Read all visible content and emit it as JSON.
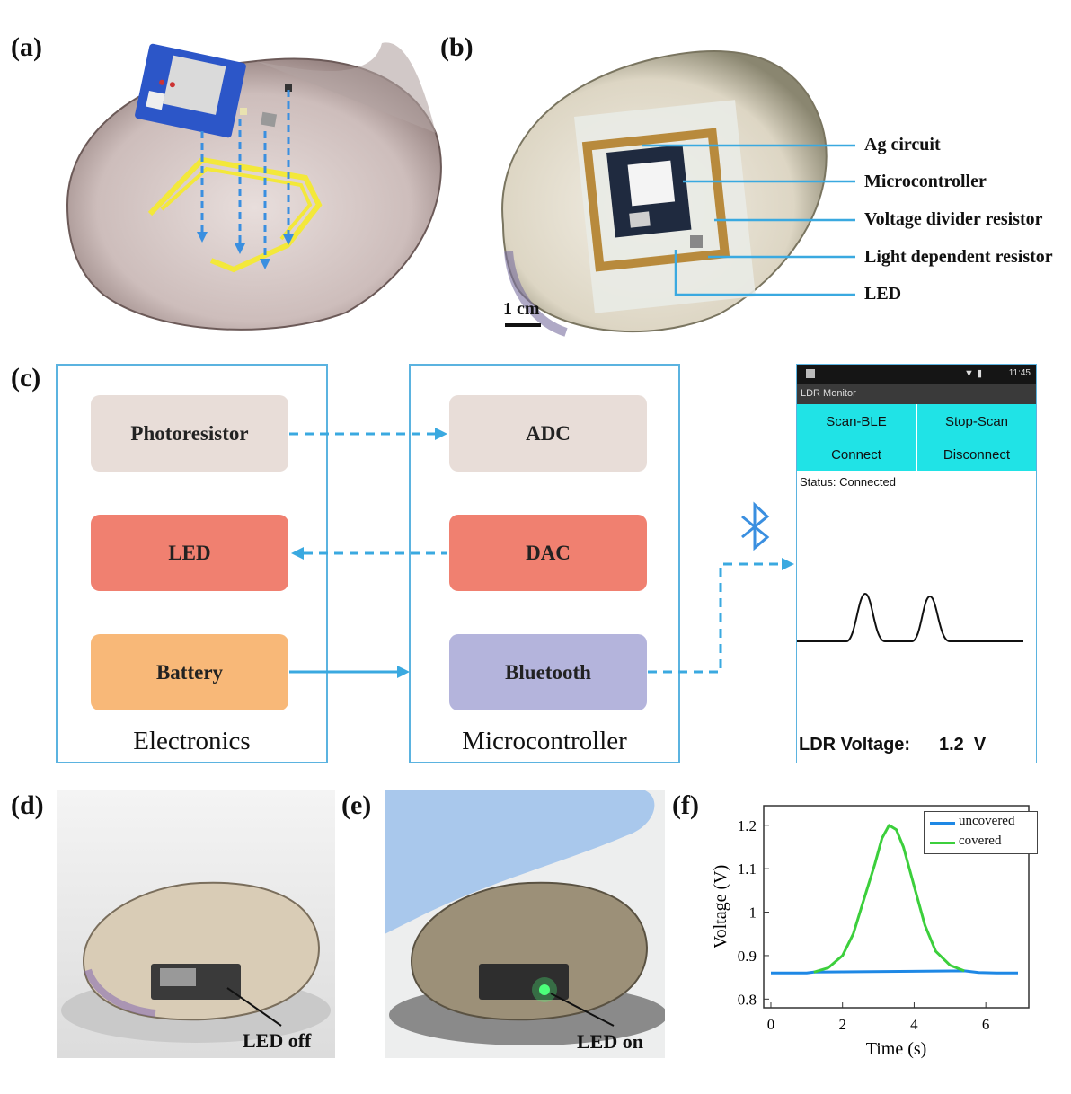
{
  "panels": {
    "a": "(a)",
    "b": "(b)",
    "c": "(c)",
    "d": "(d)",
    "e": "(e)",
    "f": "(f)"
  },
  "panel_b": {
    "callouts": [
      "Ag circuit",
      "Microcontroller",
      "Voltage divider resistor",
      "Light dependent resistor",
      "LED"
    ],
    "scale_bar": "1 cm"
  },
  "panel_c": {
    "electronics": {
      "title": "Electronics",
      "photoresistor": "Photoresistor",
      "led": "LED",
      "battery": "Battery"
    },
    "microcontroller": {
      "title": "Microcontroller",
      "adc": "ADC",
      "dac": "DAC",
      "bluetooth": "Bluetooth"
    },
    "colors": {
      "photoresistor": "#e8ddd8",
      "led": "#f08070",
      "battery": "#f8b878",
      "adc": "#e8ddd8",
      "dac": "#f08070",
      "bluetooth": "#b4b4dc",
      "arrow": "#3aa9e0"
    },
    "phone": {
      "status_time": "11:45",
      "app_title": "LDR Monitor",
      "scan_ble": "Scan-BLE",
      "stop_scan": "Stop-Scan",
      "connect": "Connect",
      "disconnect": "Disconnect",
      "status": "Status: Connected",
      "voltage_label": "LDR Voltage:",
      "voltage_value": "1.2  V"
    }
  },
  "panel_d": {
    "label": "LED off"
  },
  "panel_e": {
    "label": "LED on"
  },
  "chart_data": {
    "type": "line",
    "xlabel": "Time (s)",
    "ylabel": "Voltage (V)",
    "xlim": [
      -0.2,
      7.2
    ],
    "ylim": [
      0.78,
      1.245
    ],
    "xticks": [
      0,
      2,
      4,
      6
    ],
    "yticks": [
      0.8,
      0.9,
      1,
      1.1,
      1.2
    ],
    "ytick_labels": [
      "0.8",
      "0.9",
      "1",
      "1.1",
      "1.2"
    ],
    "legend_position": "top-right",
    "series": [
      {
        "name": "uncovered",
        "color": "#1e88e5",
        "x": [
          0,
          0.5,
          1.0,
          1.2,
          5.4,
          5.8,
          6.3,
          6.9
        ],
        "y": [
          0.86,
          0.86,
          0.86,
          0.862,
          0.865,
          0.861,
          0.86,
          0.86
        ]
      },
      {
        "name": "covered",
        "color": "#3ccf3c",
        "x": [
          1.2,
          1.6,
          2.0,
          2.3,
          2.6,
          2.9,
          3.1,
          3.3,
          3.5,
          3.7,
          4.0,
          4.3,
          4.6,
          5.0,
          5.4
        ],
        "y": [
          0.862,
          0.872,
          0.9,
          0.95,
          1.03,
          1.11,
          1.17,
          1.2,
          1.19,
          1.15,
          1.06,
          0.97,
          0.91,
          0.878,
          0.865
        ]
      }
    ]
  }
}
